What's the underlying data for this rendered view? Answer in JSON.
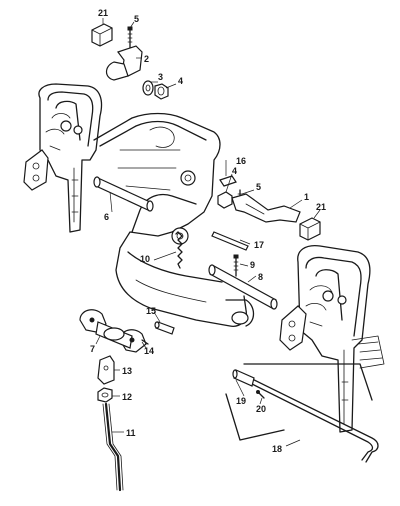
{
  "diagram": {
    "callouts": [
      {
        "id": "c21a",
        "text": "21"
      },
      {
        "id": "c5a",
        "text": "5"
      },
      {
        "id": "c2",
        "text": "2"
      },
      {
        "id": "c3",
        "text": "3"
      },
      {
        "id": "c4a",
        "text": "4"
      },
      {
        "id": "c16",
        "text": "16"
      },
      {
        "id": "c4b",
        "text": "4"
      },
      {
        "id": "c5b",
        "text": "5"
      },
      {
        "id": "c1",
        "text": "1"
      },
      {
        "id": "c21b",
        "text": "21"
      },
      {
        "id": "c6",
        "text": "6"
      },
      {
        "id": "c17",
        "text": "17"
      },
      {
        "id": "c10",
        "text": "10"
      },
      {
        "id": "c9",
        "text": "9"
      },
      {
        "id": "c8",
        "text": "8"
      },
      {
        "id": "c15",
        "text": "15"
      },
      {
        "id": "c7",
        "text": "7"
      },
      {
        "id": "c14",
        "text": "14"
      },
      {
        "id": "c13",
        "text": "13"
      },
      {
        "id": "c12",
        "text": "12"
      },
      {
        "id": "c11",
        "text": "11"
      },
      {
        "id": "c19",
        "text": "19"
      },
      {
        "id": "c20",
        "text": "20"
      },
      {
        "id": "c18",
        "text": "18"
      }
    ]
  }
}
